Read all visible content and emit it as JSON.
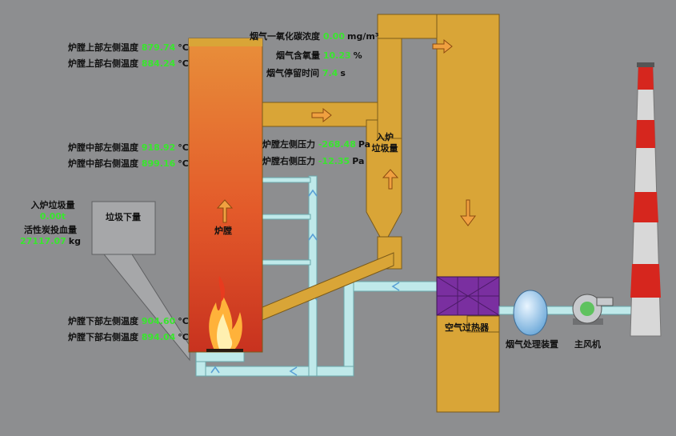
{
  "readings": {
    "upper_left": {
      "label": "炉膛上部左侧温度",
      "value": "879.74",
      "unit": "°C"
    },
    "upper_right": {
      "label": "炉膛上部右侧温度",
      "value": "884.24",
      "unit": "°C"
    },
    "mid_left": {
      "label": "炉膛中部左侧温度",
      "value": "918.92",
      "unit": "°C"
    },
    "mid_right": {
      "label": "炉膛中部右侧温度",
      "value": "899.16",
      "unit": "°C"
    },
    "low_left": {
      "label": "炉膛下部左侧温度",
      "value": "904.60",
      "unit": "°C"
    },
    "low_right": {
      "label": "炉膛下部右侧温度",
      "value": "894.04",
      "unit": "°C"
    },
    "co": {
      "label": "烟气一氧化碳浓度",
      "value": "0.00",
      "unit": "mg/m³"
    },
    "o2": {
      "label": "烟气含氧量",
      "value": "10.23",
      "unit": "%"
    },
    "residence": {
      "label": "烟气停留时间",
      "value": "7.4",
      "unit": "s"
    },
    "p_left": {
      "label": "炉膛左侧压力",
      "value": "-268.48",
      "unit": "Pa"
    },
    "p_right": {
      "label": "炉膛右侧压力",
      "value": "-12.35",
      "unit": "Pa"
    },
    "waste_in": {
      "label": "入炉垃圾量",
      "value": "0.00t"
    },
    "carbon": {
      "label": "活性炭投血量",
      "value": "27117.07",
      "unit": "kg"
    }
  },
  "labels": {
    "furnace": "炉膛",
    "waste_drop": "垃圾下量",
    "feed_line1": "入炉",
    "feed_line2": "垃圾量",
    "air_heater": "空气过热器",
    "flue_treatment": "烟气处理装置",
    "main_fan": "主风机"
  },
  "colors": {
    "background": "#8d8e90",
    "duct": "#d9a537",
    "duct_border": "#7a5a1a",
    "air_pipe": "#bfe9ea",
    "heater": "#7a2fa0",
    "value_text": "#39e62e",
    "chimney_red": "#d6261e"
  }
}
